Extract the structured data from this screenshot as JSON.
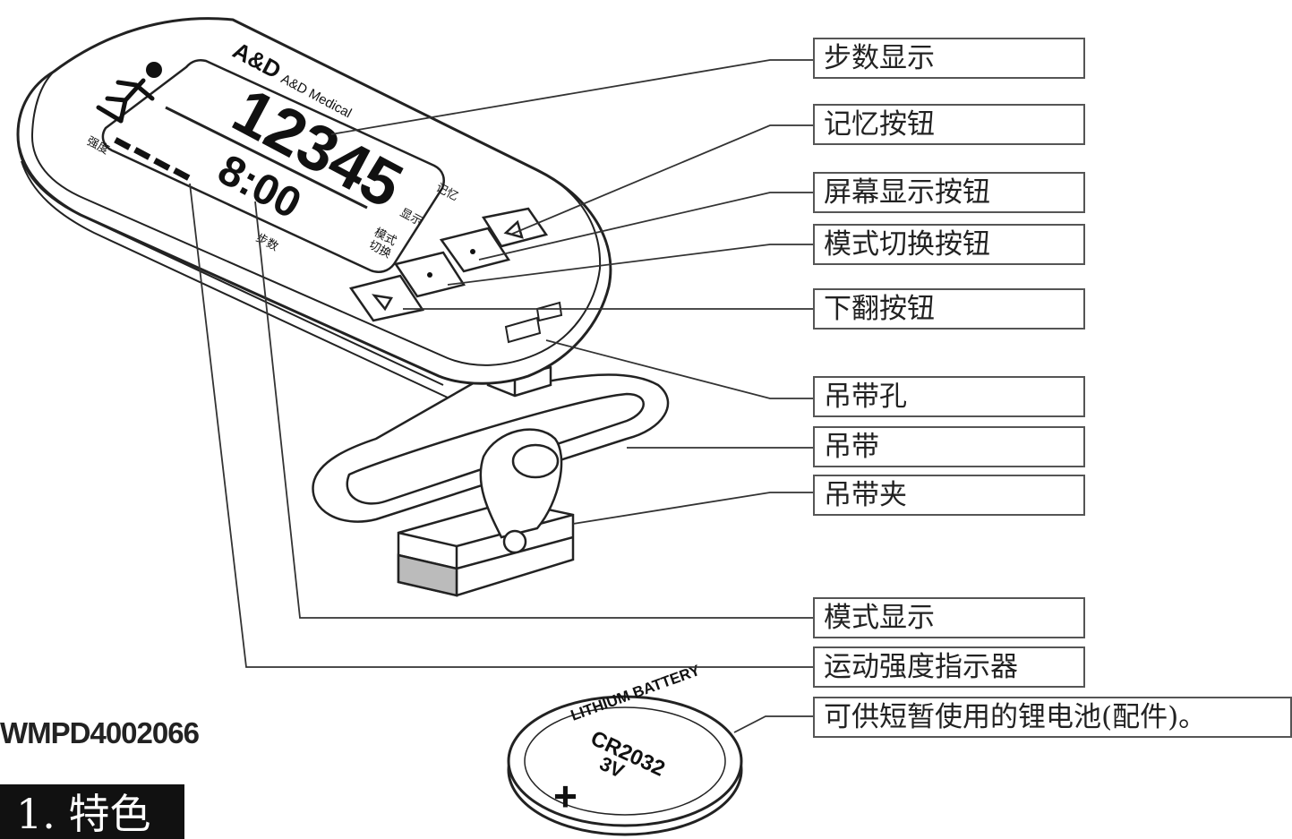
{
  "device": {
    "brand_logo": "A&D",
    "brand_name": "A&D Medical",
    "step_digits": "12345",
    "time_digits": "8:00",
    "panel_text_memory": "记忆",
    "panel_text_display": "显示",
    "panel_text_mode": "模式",
    "panel_text_switch": "切换",
    "panel_text_steps": "步数",
    "panel_text_left": "强度"
  },
  "battery": {
    "arc_text": "LITHIUM BATTERY",
    "model": "CR2032",
    "voltage": "3V",
    "polarity": "+"
  },
  "labels": [
    "步数显示",
    "记忆按钮",
    "屏幕显示按钮",
    "模式切换按钮",
    "下翻按钮",
    "吊带孔",
    "吊带",
    "吊带夹",
    "模式显示",
    "运动强度指示器",
    "可供短暂使用的锂电池(配件)。"
  ],
  "footer": {
    "code": "WMPD4002066",
    "section_title": "特色",
    "section_prefix": "1."
  }
}
